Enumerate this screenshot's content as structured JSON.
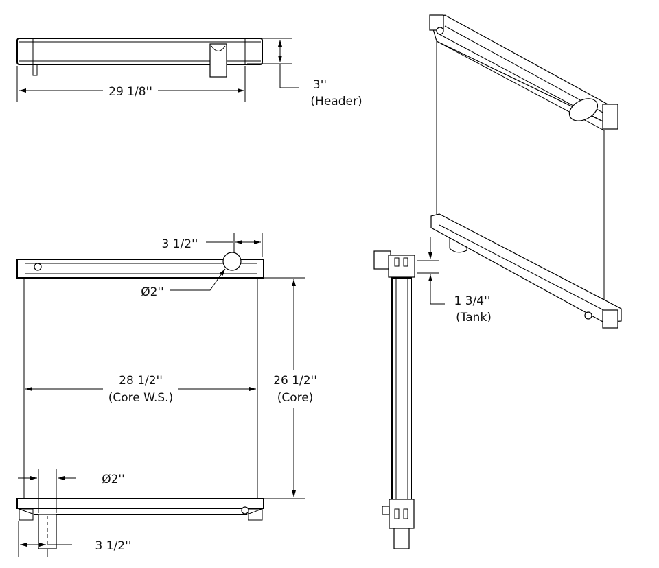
{
  "drawing": {
    "top_view": {
      "width_label": "29 1/8''",
      "header_label": "3''",
      "header_caption": "(Header)"
    },
    "front_view": {
      "filler_offset_label": "3 1/2''",
      "inlet_diameter_label": "Ø2''",
      "core_width_label": "28 1/2''",
      "core_width_caption": "(Core W.S.)",
      "core_height_label": "26 1/2''",
      "core_height_caption": "(Core)",
      "outlet_diameter_label": "Ø2''",
      "outlet_offset_label": "3 1/2''"
    },
    "side_view": {
      "tank_label": "1 3/4''",
      "tank_caption": "(Tank)"
    }
  }
}
